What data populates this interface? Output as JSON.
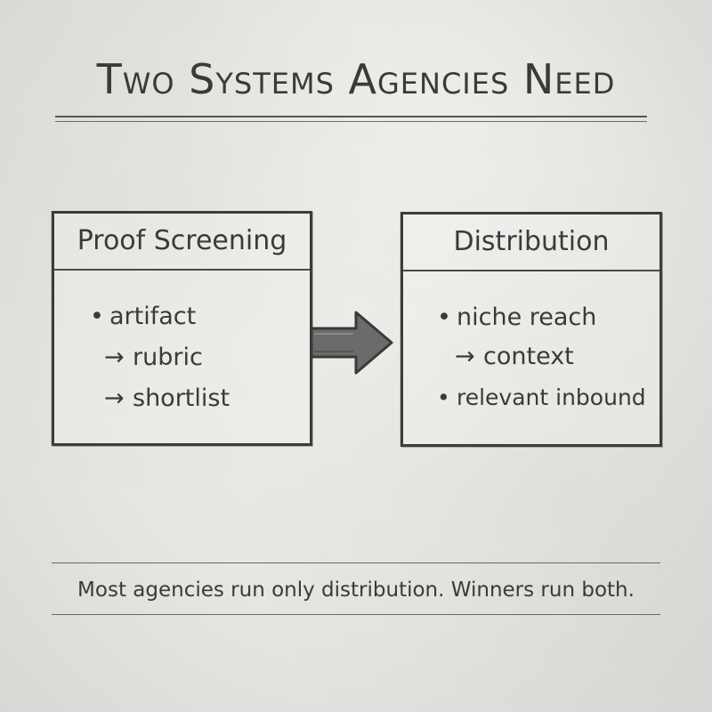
{
  "title": "Two Systems Agencies Need",
  "boxes": [
    {
      "heading": "Proof Screening",
      "items": [
        {
          "glyph": "•",
          "text": "artifact"
        },
        {
          "glyph": "→",
          "text": "rubric"
        },
        {
          "glyph": "→",
          "text": "shortlist"
        }
      ]
    },
    {
      "heading": "Distribution",
      "items": [
        {
          "glyph": "•",
          "text": "niche reach"
        },
        {
          "glyph": "→",
          "text": "context"
        },
        {
          "glyph": "•",
          "text": "relevant inbound"
        }
      ]
    }
  ],
  "arrow": {
    "icon": "right-arrow-icon"
  },
  "footer": "Most agencies run only distribution. Winners run both.",
  "colors": {
    "paper": "#e6e5e1",
    "ink": "#3a3a3a"
  }
}
